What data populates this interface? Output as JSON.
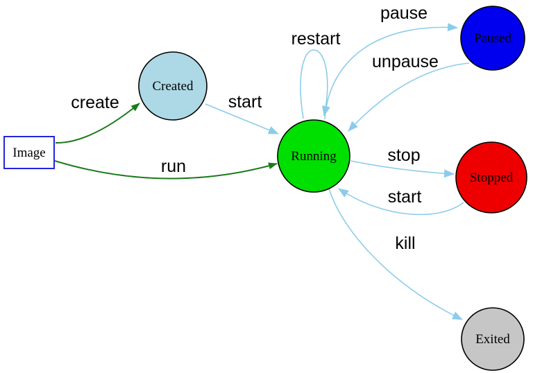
{
  "colors": {
    "edge_blue": "#8cccea",
    "edge_green": "#1b7a1b",
    "node_border": "#000000",
    "image_border": "#2424dd",
    "background": "#ffffff"
  },
  "nodes": {
    "image": {
      "label": "Image",
      "shape": "rectangle",
      "fill": "#ffffff",
      "stroke": "#2424dd"
    },
    "created": {
      "label": "Created",
      "shape": "circle",
      "fill": "#add8e6",
      "stroke": "#000000"
    },
    "running": {
      "label": "Running",
      "shape": "circle",
      "fill": "#00e000",
      "stroke": "#000000"
    },
    "paused": {
      "label": "Paused",
      "shape": "circle",
      "fill": "#0000ee",
      "stroke": "#000000"
    },
    "stopped": {
      "label": "Stopped",
      "shape": "circle",
      "fill": "#ee0000",
      "stroke": "#000000"
    },
    "exited": {
      "label": "Exited",
      "shape": "circle",
      "fill": "#c6c6c6",
      "stroke": "#000000"
    }
  },
  "edges": {
    "create": {
      "label": "create",
      "from": "Image",
      "to": "Created",
      "color": "#1b7a1b"
    },
    "run": {
      "label": "run",
      "from": "Image",
      "to": "Running",
      "color": "#1b7a1b"
    },
    "start_created": {
      "label": "start",
      "from": "Created",
      "to": "Running",
      "color": "#8cccea"
    },
    "restart": {
      "label": "restart",
      "from": "Running",
      "to": "Running",
      "color": "#8cccea"
    },
    "pause": {
      "label": "pause",
      "from": "Running",
      "to": "Paused",
      "color": "#8cccea"
    },
    "unpause": {
      "label": "unpause",
      "from": "Paused",
      "to": "Running",
      "color": "#8cccea"
    },
    "stop": {
      "label": "stop",
      "from": "Running",
      "to": "Stopped",
      "color": "#8cccea"
    },
    "start_stopped": {
      "label": "start",
      "from": "Stopped",
      "to": "Running",
      "color": "#8cccea"
    },
    "kill": {
      "label": "kill",
      "from": "Running",
      "to": "Exited",
      "color": "#8cccea"
    }
  }
}
